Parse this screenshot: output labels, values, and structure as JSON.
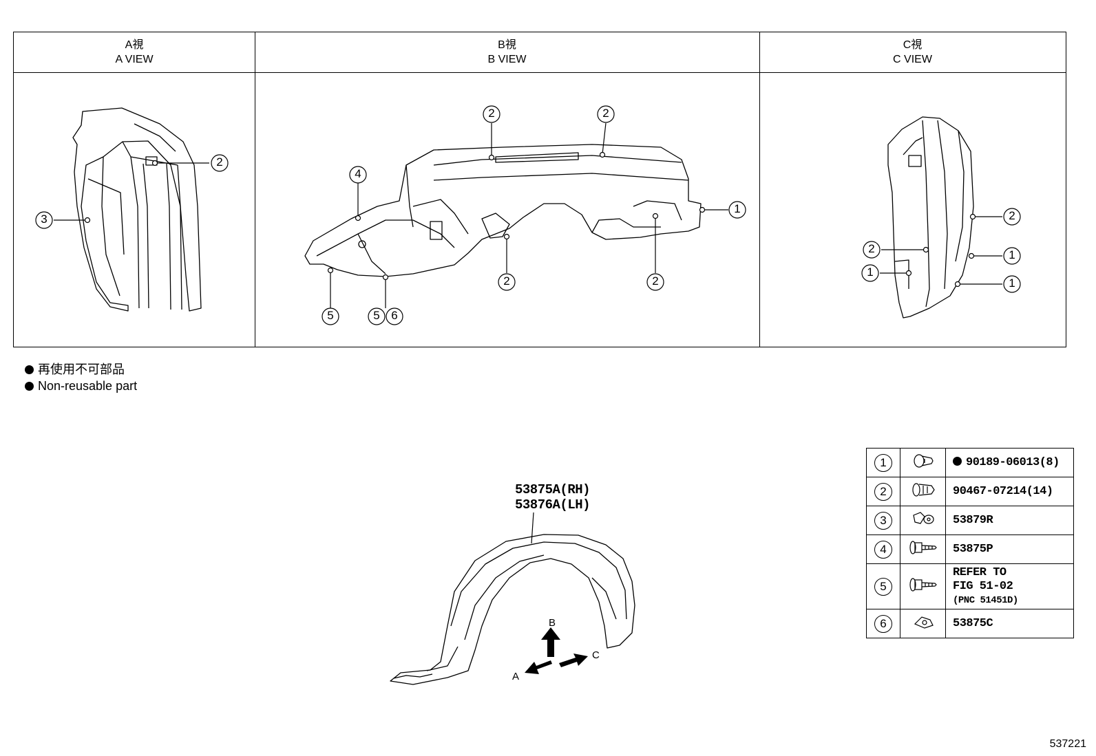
{
  "views": {
    "a": {
      "title_jp": "A視",
      "title_en": "A VIEW"
    },
    "b": {
      "title_jp": "B視",
      "title_en": "B VIEW"
    },
    "c": {
      "title_jp": "C視",
      "title_en": "C VIEW"
    }
  },
  "callouts": {
    "a_view": [
      "2",
      "3"
    ],
    "b_view": [
      "2",
      "2",
      "4",
      "1",
      "2",
      "2",
      "5",
      "5",
      "6"
    ],
    "c_view": [
      "2",
      "2",
      "1",
      "1",
      "1"
    ]
  },
  "notes": {
    "jp": "再使用不可部品",
    "en": "Non-reusable part"
  },
  "main_part": {
    "rh": "53875A(RH)",
    "lh": "53876A(LH)",
    "arrow_b": "B",
    "arrow_a": "A",
    "arrow_c": "C"
  },
  "legend": [
    {
      "num": "1",
      "icon": "clip-icon",
      "part": "90189-06013(8)",
      "non_reusable": true
    },
    {
      "num": "2",
      "icon": "push-rivet-icon",
      "part": "90467-07214(14)",
      "non_reusable": false
    },
    {
      "num": "3",
      "icon": "clip-retainer-icon",
      "part": "53879R",
      "non_reusable": false
    },
    {
      "num": "4",
      "icon": "screw-icon",
      "part": "53875P",
      "non_reusable": false
    },
    {
      "num": "5",
      "icon": "screw-icon",
      "part_line1": "REFER TO",
      "part_line2": "FIG 51-02",
      "part_line3": "(PNC 51451D)",
      "non_reusable": false
    },
    {
      "num": "6",
      "icon": "nut-clip-icon",
      "part": "53875C",
      "non_reusable": false
    }
  ],
  "figure_number": "537221"
}
